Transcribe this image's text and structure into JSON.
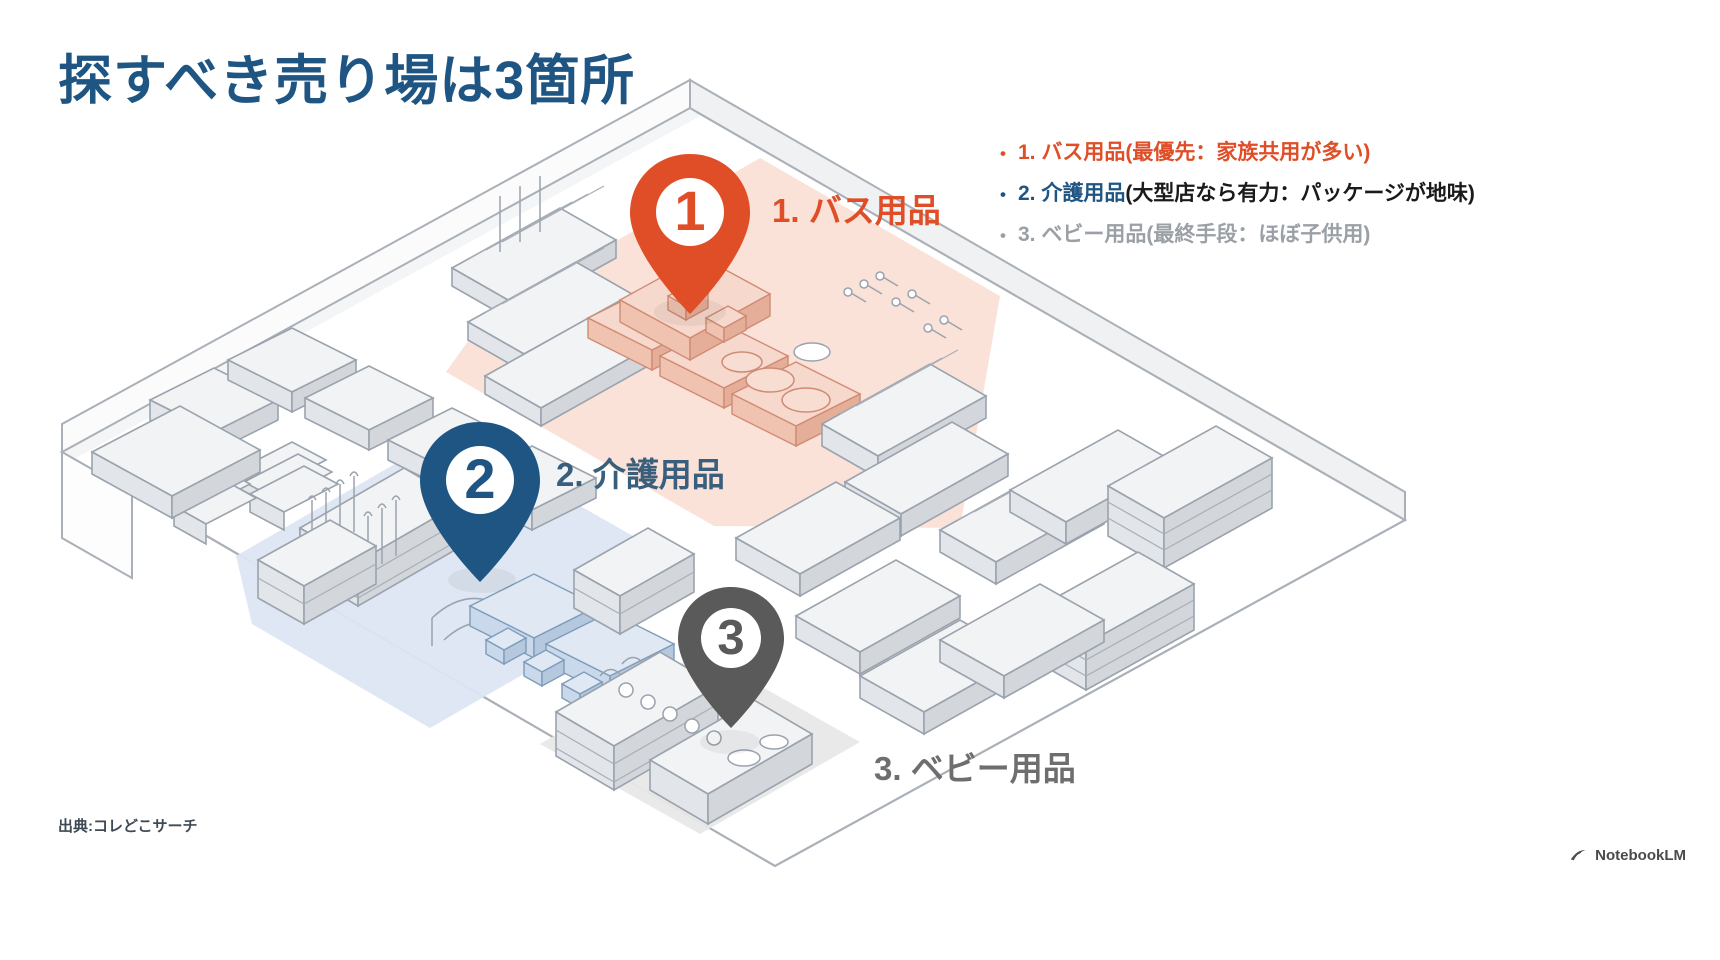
{
  "title": "探すべき売り場は3箇所",
  "legend": {
    "items": [
      {
        "bullet": "•",
        "head": "1. バス用品",
        "note": " (最優先：家族共用が多い)"
      },
      {
        "bullet": "•",
        "head": "2. 介護用品",
        "note": " (大型店なら有力：パッケージが地味)"
      },
      {
        "bullet": "•",
        "head": "3. ベビー用品",
        "note": " (最終手段：ほぼ子供用)"
      }
    ]
  },
  "map": {
    "labels": [
      {
        "text": "1. バス用品",
        "color": "#E04E28"
      },
      {
        "text": "2. 介護用品",
        "color": "#3A5F7D"
      },
      {
        "text": "3. ベビー用品",
        "color": "#6e6e6e"
      }
    ],
    "pins": [
      {
        "number": "1",
        "color": "#E04E28"
      },
      {
        "number": "2",
        "color": "#1F5582"
      },
      {
        "number": "3",
        "color": "#5A5A5A"
      }
    ],
    "zones": [
      {
        "name": "bath-zone",
        "color": "#FBE0D6"
      },
      {
        "name": "care-zone",
        "color": "#DCE6F2"
      },
      {
        "name": "baby-zone",
        "color": "#E8E8E8"
      }
    ]
  },
  "footer": {
    "source": "出典:コレどこサーチ",
    "brand": "NotebookLM"
  },
  "colors": {
    "title": "#1F5582",
    "accent_orange": "#E04E28",
    "accent_blue": "#1F5582",
    "accent_gray": "#5A5A5A",
    "line": "#9aa3ad",
    "fill_light": "#f1f2f4",
    "fill_mid": "#e3e5e8",
    "fill_dark": "#d2d5d9"
  }
}
